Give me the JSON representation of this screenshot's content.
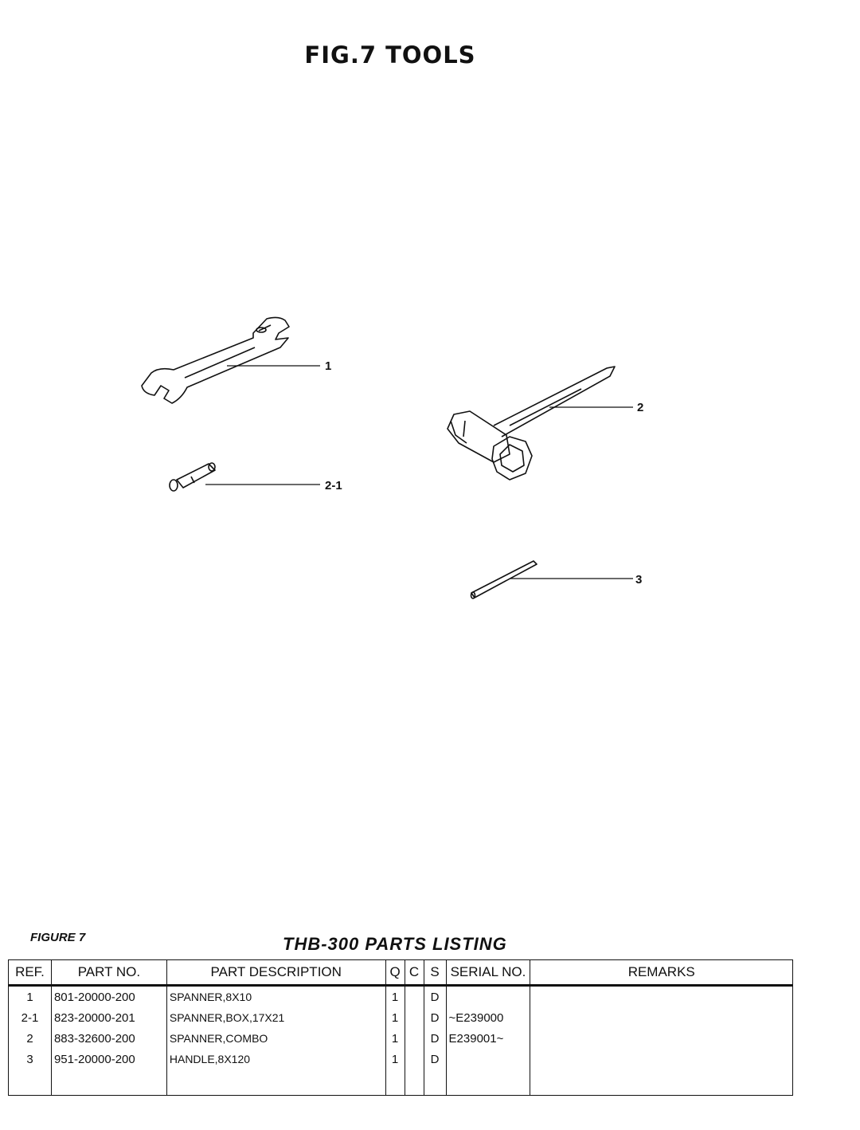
{
  "page_title": "FIG.7 TOOLS",
  "callouts": [
    "1",
    "2",
    "2-1",
    "3"
  ],
  "figure_label": "FIGURE 7",
  "listing_title": "THB-300  PARTS  LISTING",
  "table": {
    "headers": {
      "ref": "REF.",
      "part_no": "PART NO.",
      "description": "PART DESCRIPTION",
      "q": "Q",
      "c": "C",
      "s": "S",
      "serial_no": "SERIAL NO.",
      "remarks": "REMARKS"
    },
    "rows": [
      {
        "ref": "1",
        "part_no": "801-20000-200",
        "description": "SPANNER,8X10",
        "q": "1",
        "c": "",
        "s": "D",
        "serial_no": "",
        "remarks": ""
      },
      {
        "ref": "2-1",
        "part_no": "823-20000-201",
        "description": "SPANNER,BOX,17X21",
        "q": "1",
        "c": "",
        "s": "D",
        "serial_no": "~E239000",
        "remarks": ""
      },
      {
        "ref": "2",
        "part_no": "883-32600-200",
        "description": "SPANNER,COMBO",
        "q": "1",
        "c": "",
        "s": "D",
        "serial_no": "E239001~",
        "remarks": ""
      },
      {
        "ref": "3",
        "part_no": "951-20000-200",
        "description": "HANDLE,8X120",
        "q": "1",
        "c": "",
        "s": "D",
        "serial_no": "",
        "remarks": ""
      }
    ]
  }
}
